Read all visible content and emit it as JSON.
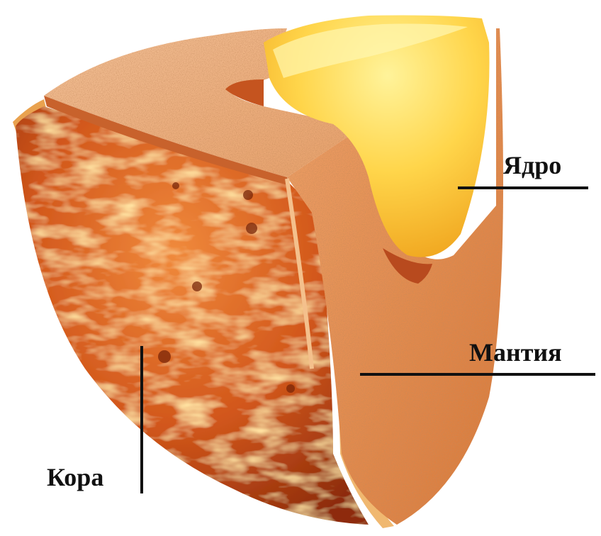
{
  "labels": {
    "core": "Ядро",
    "mantle": "Мантия",
    "crust": "Кора"
  },
  "colors": {
    "background": "#ffffff",
    "core": "#f6b526",
    "core_light": "#ffe970",
    "mantle": "#e08a4e",
    "mantle_dark": "#c9692f",
    "crust_surface": "#d65d1f",
    "crust_dark": "#a8360f",
    "leader_line": "#111111"
  },
  "icons": {
    "diagram": "planet-cutaway-illustration"
  }
}
